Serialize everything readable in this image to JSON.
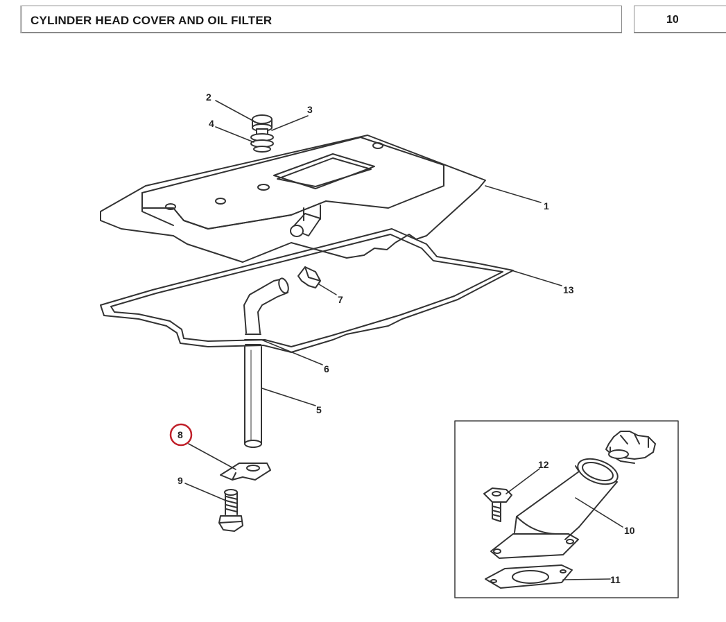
{
  "header": {
    "title": "CYLINDER HEAD COVER AND OIL FILTER",
    "page_number": "10"
  },
  "callouts": {
    "c1": "1",
    "c2": "2",
    "c3": "3",
    "c4": "4",
    "c5": "5",
    "c6": "6",
    "c7": "7",
    "c8": "8",
    "c9": "9",
    "c10": "10",
    "c11": "11",
    "c12": "12",
    "c13": "13"
  },
  "highlight": {
    "callout": "8",
    "color": "#c0202a"
  }
}
